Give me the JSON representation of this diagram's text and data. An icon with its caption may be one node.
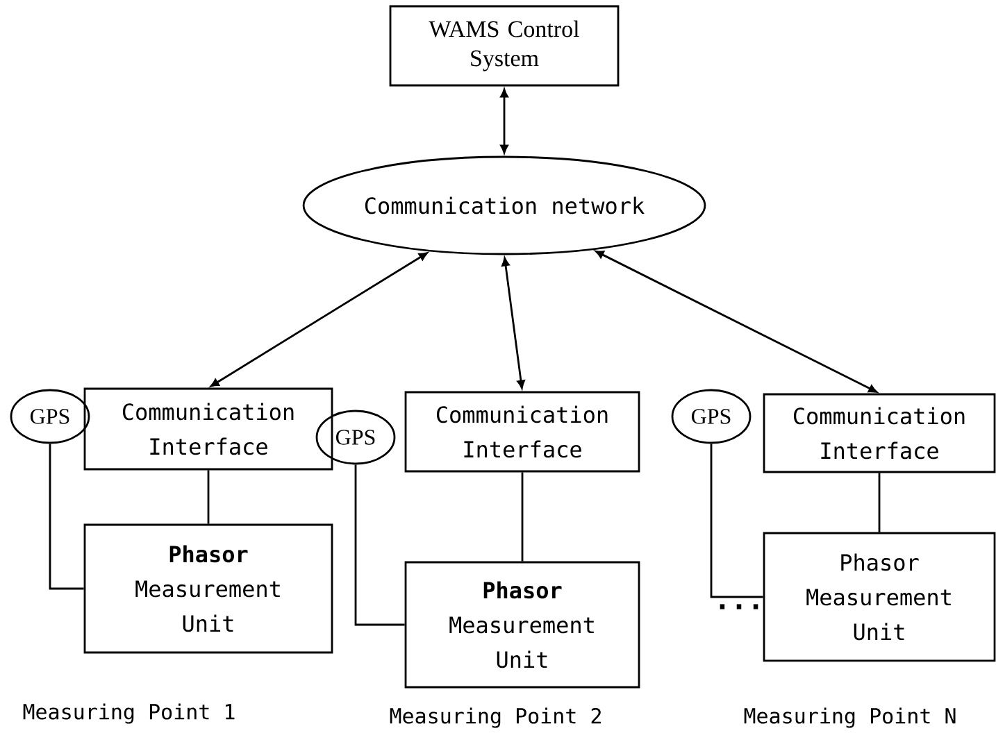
{
  "diagram": {
    "nodes": [
      {
        "text": [
          "WAMS Control System"
        ]
      },
      {
        "text": [
          "Communication network"
        ]
      },
      {
        "text": [
          "GPS"
        ]
      },
      {
        "text": [
          "Communication Interface"
        ]
      },
      {
        "text": [
          "**Phasor** Measurement Unit"
        ]
      },
      {
        "text": [
          "GPS"
        ]
      },
      {
        "text": [
          "Communication Interface"
        ]
      },
      {
        "text": [
          "**Phasor** Measurement Unit"
        ]
      },
      {
        "text": [
          "GPS"
        ]
      },
      {
        "text": [
          "Communication Interface"
        ]
      },
      {
        "text": [
          "Phasor Measurement Unit"
        ]
      }
    ],
    "edges": [
      {
        "from": 0,
        "to": 1,
        "arrow": "both"
      },
      {
        "from": 1,
        "to": 3,
        "arrow": "both"
      },
      {
        "from": 1,
        "to": 6,
        "arrow": "both"
      },
      {
        "from": 1,
        "to": 9,
        "arrow": "both"
      },
      {
        "from": 3,
        "to": 4,
        "arrow": "none"
      },
      {
        "from": 2,
        "to": 4,
        "arrow": "none"
      },
      {
        "from": 6,
        "to": 7,
        "arrow": "none"
      },
      {
        "from": 5,
        "to": 7,
        "arrow": "none"
      },
      {
        "from": 9,
        "to": 10,
        "arrow": "none"
      },
      {
        "from": 8,
        "to": 10,
        "arrow": "none"
      }
    ],
    "labels": [
      "...",
      "Measuring Point 1",
      "Measuring Point 2",
      "Measuring Point N"
    ]
  }
}
